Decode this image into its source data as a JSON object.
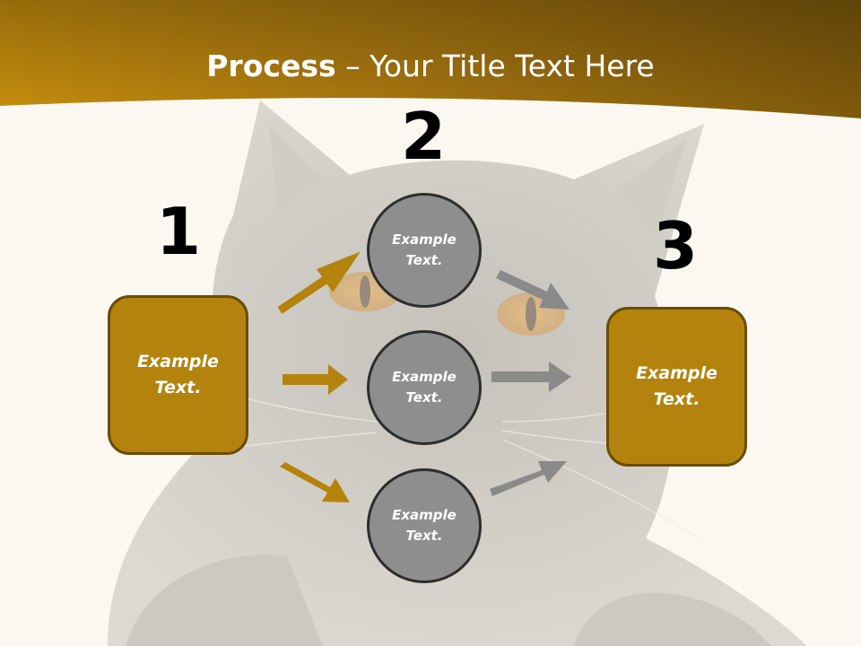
{
  "title": {
    "bold": "Process",
    "rest": " – Your Title Text Here"
  },
  "steps": {
    "one": "1",
    "two": "2",
    "three": "3"
  },
  "boxes": {
    "left": "Example Text.",
    "right": "Example Text."
  },
  "circles": {
    "top": "Example Text.",
    "middle": "Example Text.",
    "bottom": "Example Text."
  },
  "colors": {
    "banner": "#a97a10",
    "box": "#b3830d",
    "box_border": "#6a4c07",
    "circle": "#8e8e8e",
    "circle_border": "#2d2d2d",
    "arrow_gold": "#b3830d",
    "arrow_gray": "#8a8a8a",
    "background": "#fbf9f2"
  }
}
